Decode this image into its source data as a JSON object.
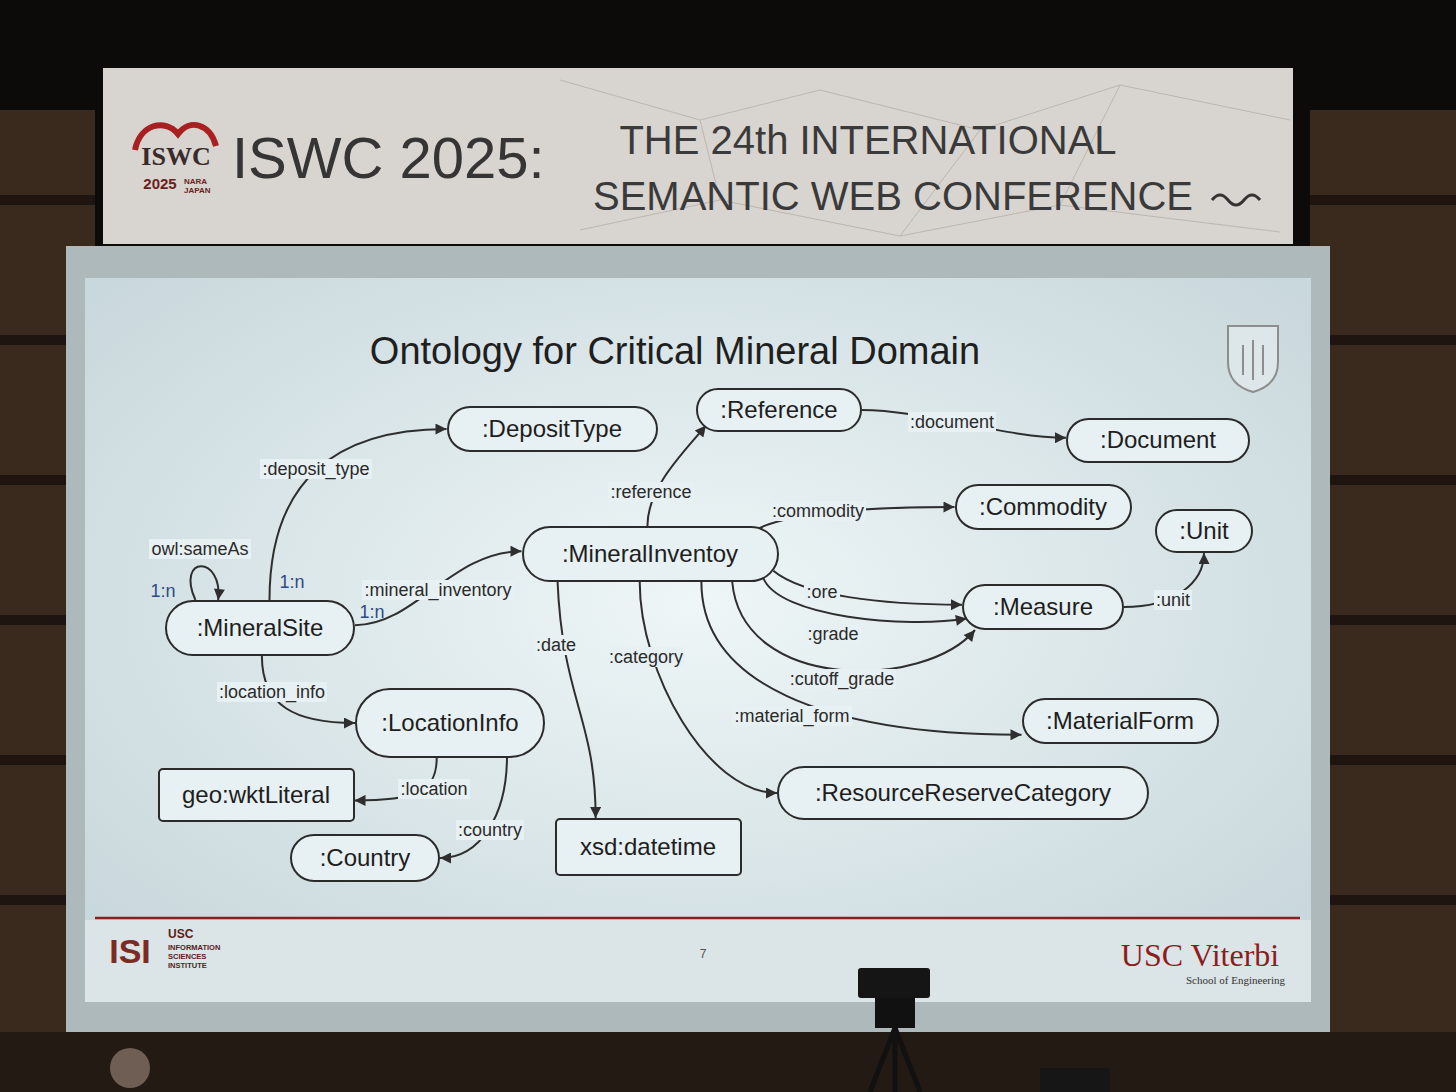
{
  "diagram": {
    "title": "Ontology for Critical Mineral Domain",
    "nodes": [
      {
        "text": [
          ":DepositType"
        ]
      },
      {
        "text": [
          ":Reference"
        ]
      },
      {
        "text": [
          ":Document"
        ]
      },
      {
        "text": [
          ":Commodity"
        ]
      },
      {
        "text": [
          ":Unit"
        ]
      },
      {
        "text": [
          ":MineralInventoy"
        ]
      },
      {
        "text": [
          ":MineralSite"
        ]
      },
      {
        "text": [
          ":Measure"
        ]
      },
      {
        "text": [
          ":LocationInfo"
        ]
      },
      {
        "text": [
          ":MaterialForm"
        ]
      },
      {
        "text": [
          "geo:wktLiteral"
        ]
      },
      {
        "text": [
          ":ResourceReserveCategory"
        ]
      },
      {
        "text": [
          ":Country"
        ]
      },
      {
        "text": [
          "xsd:datetime"
        ]
      }
    ],
    "edges": [
      {
        "from": 6,
        "to": 0,
        "label": ":deposit_type",
        "arrow": "to"
      },
      {
        "from": 6,
        "to": 6,
        "label": "owl:sameAs",
        "arrow": "to"
      },
      {
        "from": 6,
        "to": 5,
        "label": ":mineral_inventory",
        "arrow": "to"
      },
      {
        "from": 6,
        "to": 8,
        "label": ":location_info",
        "arrow": "to"
      },
      {
        "from": 5,
        "to": 1,
        "label": ":reference",
        "arrow": "to"
      },
      {
        "from": 1,
        "to": 2,
        "label": ":document",
        "arrow": "to"
      },
      {
        "from": 5,
        "to": 3,
        "label": ":commodity",
        "arrow": "to"
      },
      {
        "from": 5,
        "to": 7,
        "label": ":ore",
        "arrow": "to"
      },
      {
        "from": 5,
        "to": 7,
        "label": ":grade",
        "arrow": "to"
      },
      {
        "from": 5,
        "to": 7,
        "label": ":cutoff_grade",
        "arrow": "to"
      },
      {
        "from": 7,
        "to": 4,
        "label": ":unit",
        "arrow": "to"
      },
      {
        "from": 5,
        "to": 9,
        "label": ":material_form",
        "arrow": "to"
      },
      {
        "from": 5,
        "to": 11,
        "label": ":category",
        "arrow": "to"
      },
      {
        "from": 5,
        "to": 13,
        "label": ":date",
        "arrow": "to"
      },
      {
        "from": 8,
        "to": 10,
        "label": ":location",
        "arrow": "to"
      },
      {
        "from": 8,
        "to": 12,
        "label": ":country",
        "arrow": "to"
      }
    ],
    "labels": [
      "ISWC",
      "2025",
      "NARA JAPAN",
      "ISWC 2025:",
      "THE 24th INTERNATIONAL",
      "SEMANTIC WEB CONFERENCE",
      "1:n",
      "1:n",
      "1:n",
      "ISI",
      "USC",
      "INFORMATION SCIENCES INSTITUTE",
      "7",
      "USC Viterbi",
      "School of Engineering"
    ]
  }
}
